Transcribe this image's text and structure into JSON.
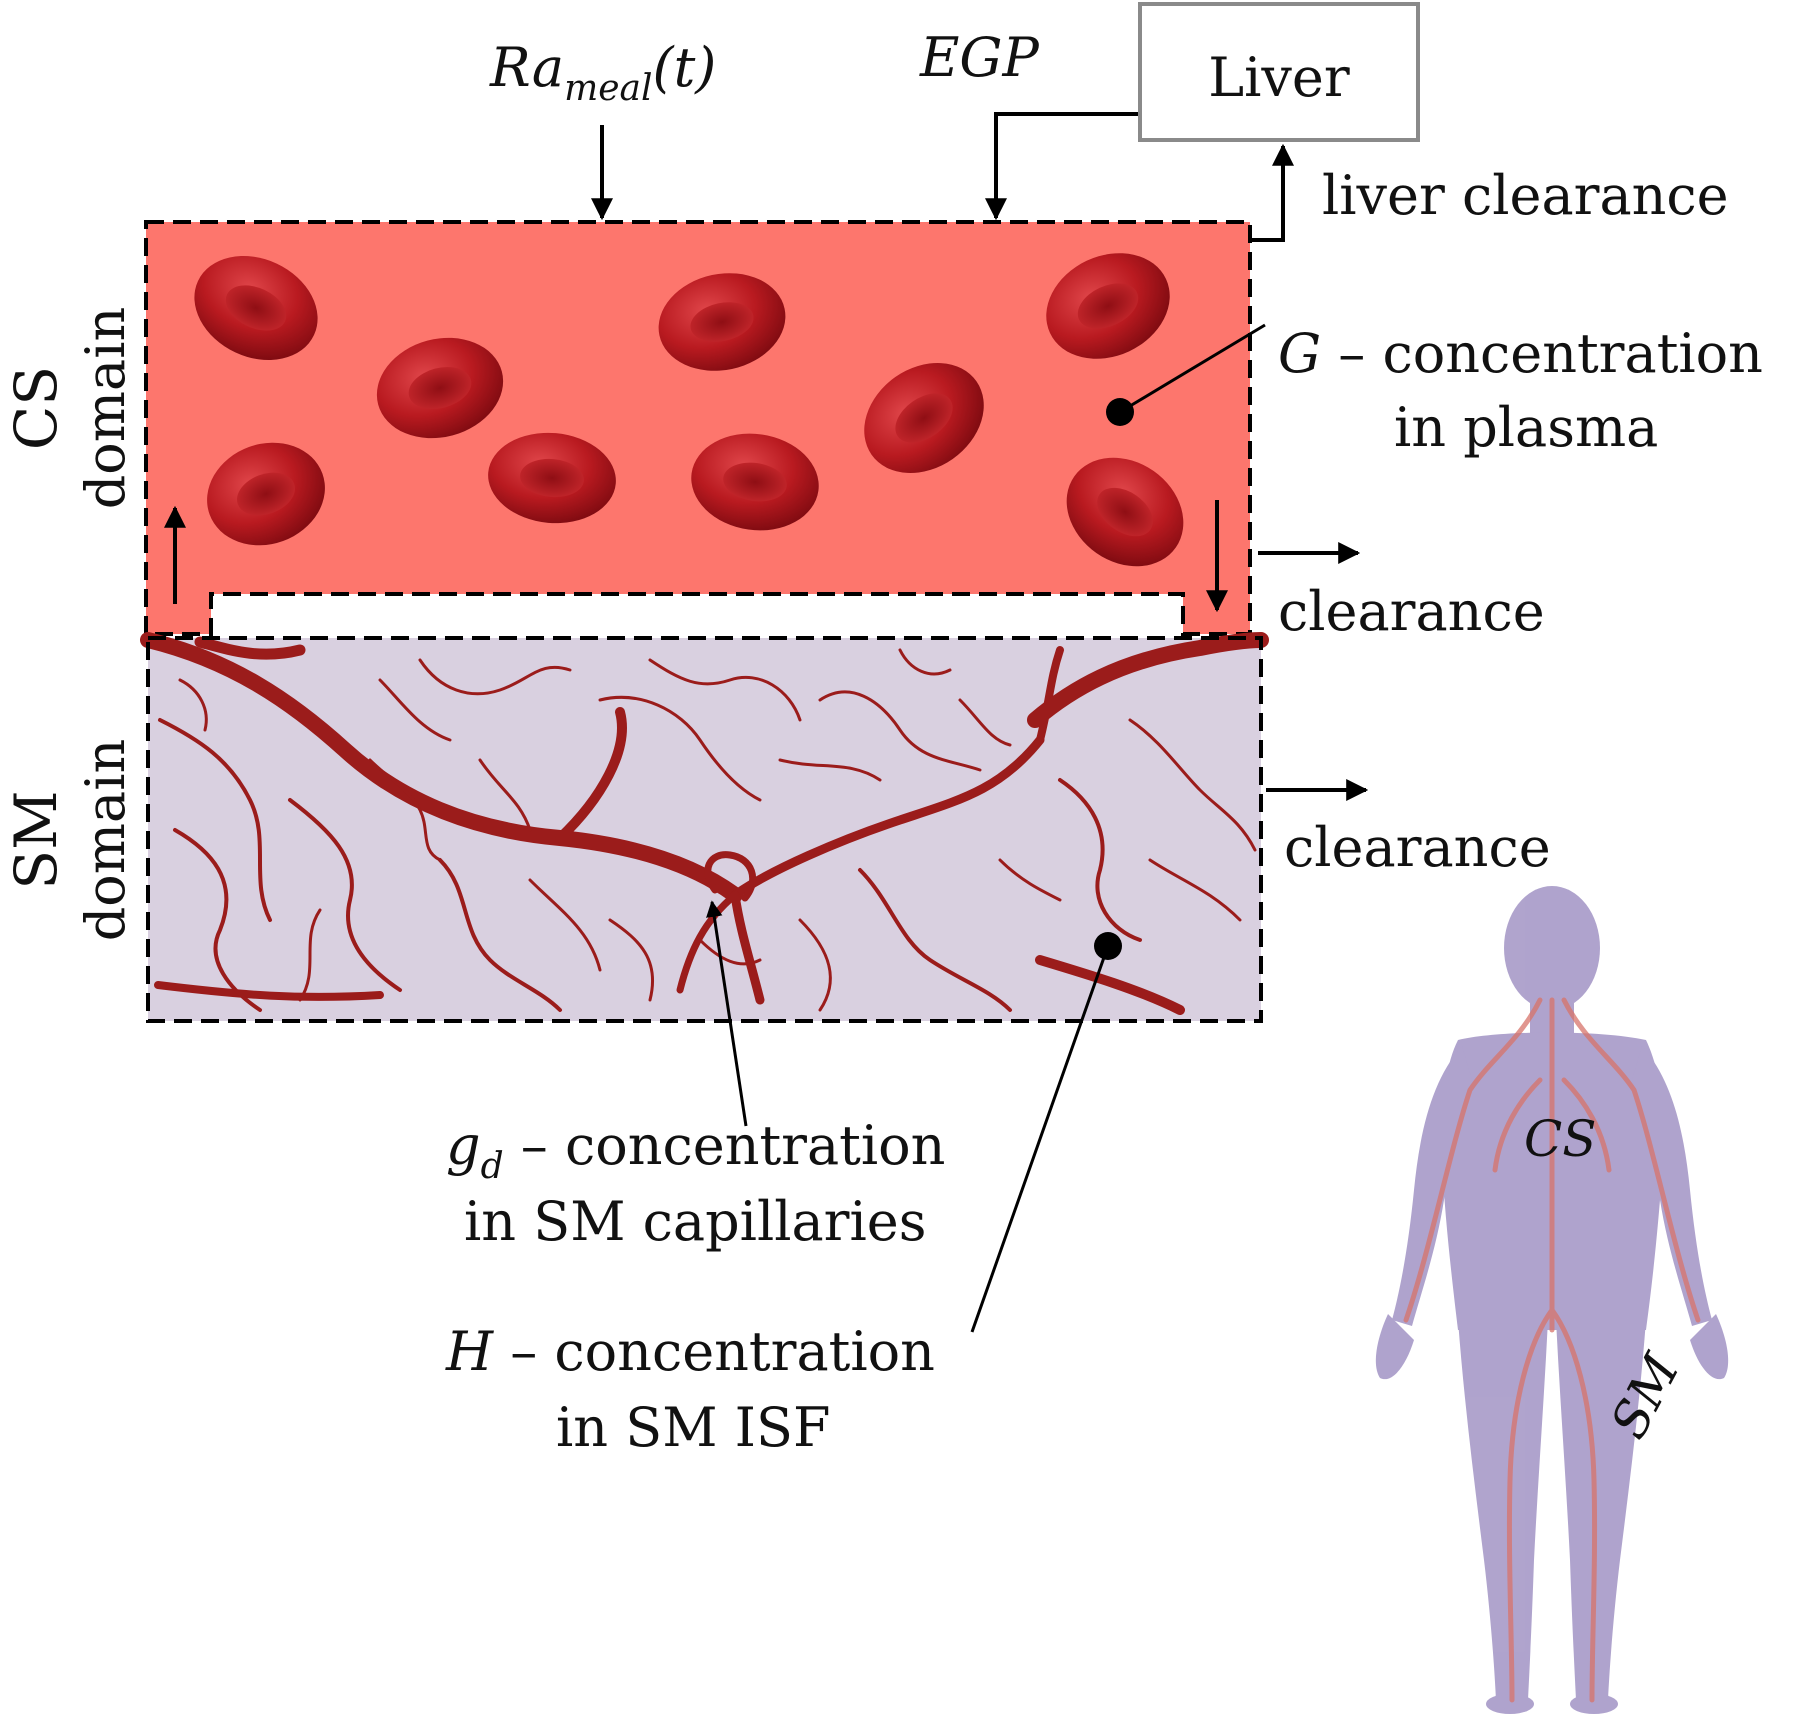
{
  "inputs": {
    "ra_meal_main": "Ra",
    "ra_meal_sub": "meal",
    "ra_meal_arg": "(t)",
    "egp": "EGP"
  },
  "liver": {
    "label": "Liver",
    "clearance": "liver clearance"
  },
  "cs": {
    "domain_abbr": "CS",
    "domain_word": "domain",
    "clearance": "clearance",
    "annotation_symbol": "G",
    "annotation_line1": " – concentration",
    "annotation_line2": "in plasma"
  },
  "sm": {
    "domain_abbr": "SM",
    "domain_word": "domain",
    "clearance": "clearance",
    "capillary_symbol": "g",
    "capillary_subscript": "d",
    "capillary_line1": " – concentration",
    "capillary_line2": "in SM capillaries",
    "isf_symbol": "H",
    "isf_line1": " – concentration",
    "isf_line2": "in SM ISF"
  },
  "body_figure": {
    "cs_label": "CS",
    "sm_label": "SM"
  },
  "colors": {
    "plasma": "#fd766d",
    "tissue": "#d9d0e0",
    "vessel": "#9b1c1b",
    "cell": "#b5191e",
    "silhouette": "#a79ac8"
  }
}
